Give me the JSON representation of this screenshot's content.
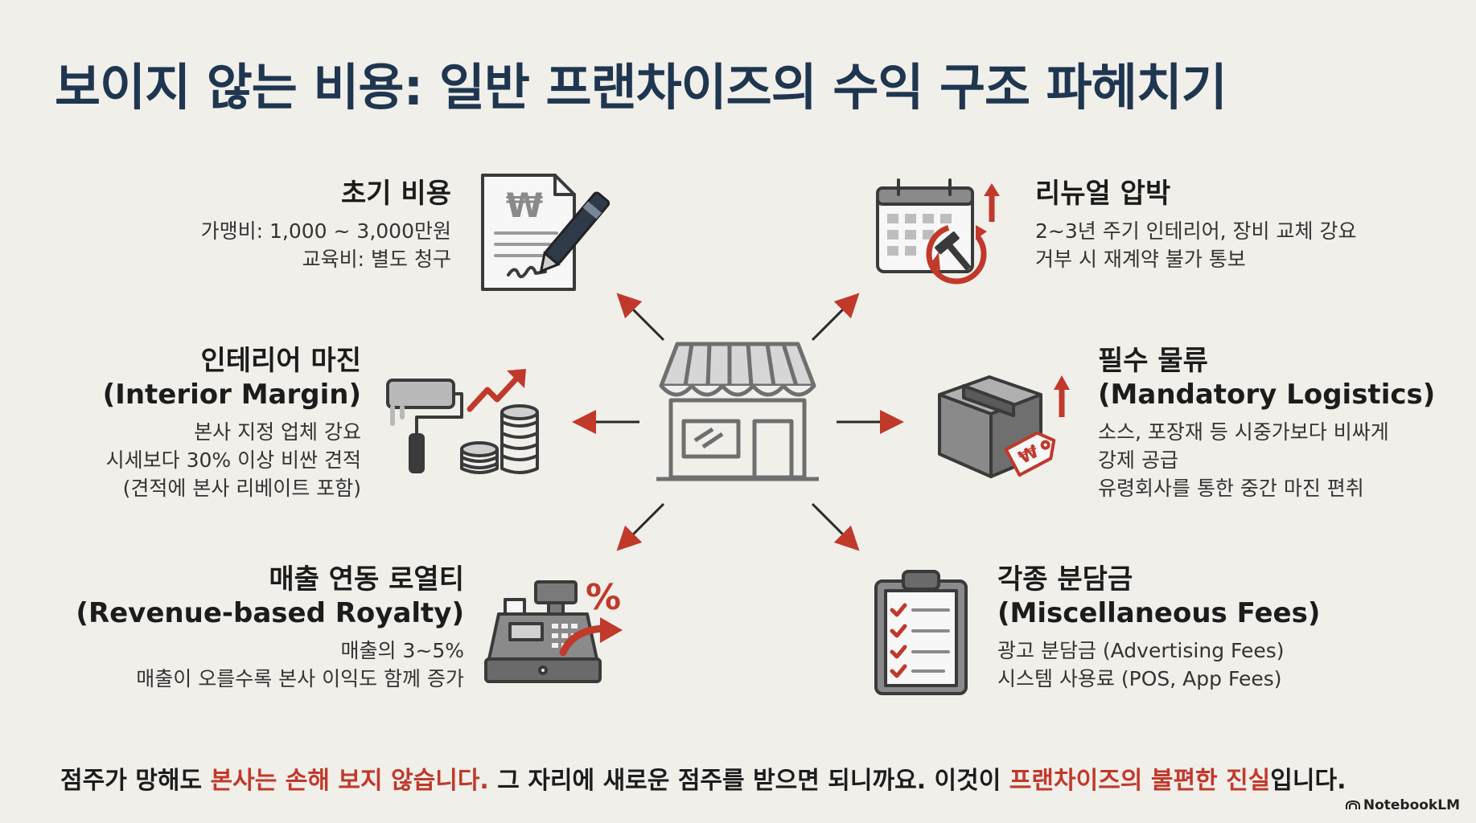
{
  "title": "보이지 않는 비용: 일반 프랜차이즈의 수익 구조 파헤치기",
  "colors": {
    "accent": "#c0392b",
    "title": "#1f3650",
    "icon_gray": "#6f6f6f",
    "background": "#f1efea"
  },
  "blocks": {
    "initial_cost": {
      "title": "초기 비용",
      "lines": [
        "가맹비: 1,000 ~ 3,000만원",
        "교육비: 별도 청구"
      ],
      "icon": "contract-won-pen-icon"
    },
    "interior": {
      "title": "인테리어 마진",
      "subtitle": "(Interior Margin)",
      "lines": [
        "본사 지정 업체 강요",
        "시세보다 30% 이상 비싼 견적",
        "(견적에 본사 리베이트 포함)"
      ],
      "icon": "paint-roller-coins-icon"
    },
    "royalty": {
      "title": "매출 연동 로열티",
      "subtitle": "(Revenue-based Royalty)",
      "lines": [
        "매출의 3~5%",
        "매출이 오를수록 본사 이익도 함께 증가"
      ],
      "icon": "cash-register-percent-icon",
      "percent_glyph": "%"
    },
    "renewal": {
      "title": "리뉴얼 압박",
      "lines": [
        "2~3년 주기 인테리어, 장비 교체 강요",
        "거부 시 재계약 불가 통보"
      ],
      "icon": "calendar-hammer-icon"
    },
    "logistics": {
      "title": "필수 물류",
      "subtitle": "(Mandatory Logistics)",
      "lines": [
        "소스, 포장재 등 시중가보다 비싸게",
        "강제 공급",
        "유령회사를 통한 중간 마진 편취"
      ],
      "icon": "box-price-tag-icon"
    },
    "fees": {
      "title": "각종 분담금",
      "subtitle": "(Miscellaneous Fees)",
      "lines": [
        "광고 분담금 (Advertising Fees)",
        "시스템 사용료 (POS, App Fees)"
      ],
      "icon": "clipboard-checklist-icon"
    }
  },
  "center": {
    "icon": "storefront-icon"
  },
  "footer": {
    "part1": "점주가 망해도 ",
    "highlight1": "본사는 손해 보지 않습니다.",
    "part2": " 그 자리에 새로운 점주를 받으면 되니까요. 이것이 ",
    "highlight2": "프랜차이즈의 불편한 진실",
    "part3": "입니다."
  },
  "brand": {
    "label": "NotebookLM"
  }
}
